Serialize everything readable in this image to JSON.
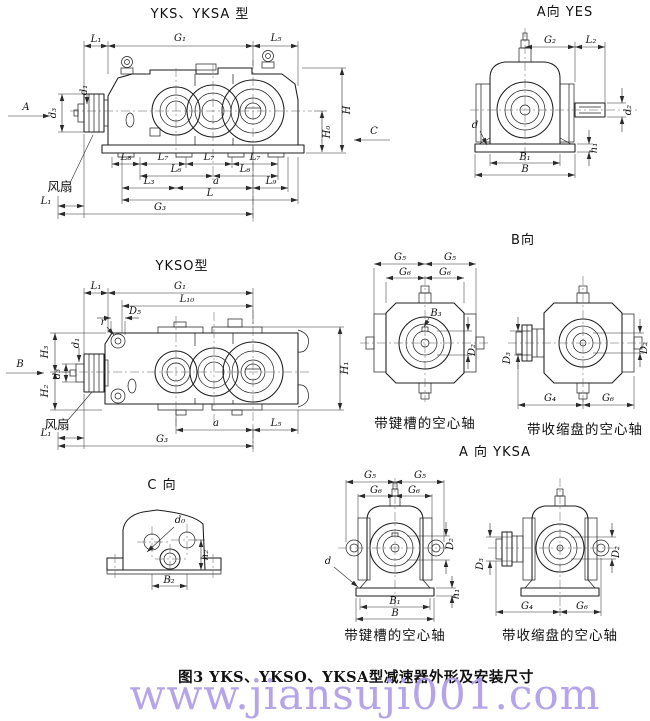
{
  "page": {
    "figure_caption": "图3 YKS、YKSO、YKSA型减速器外形及安装尺寸",
    "watermark": "www.jiansuji001.com"
  },
  "colors": {
    "line": "#1c1c1c",
    "centerline": "#5a5a5a",
    "watermark": "#b2a0e8",
    "background": "#ffffff"
  },
  "views": {
    "yks_side": {
      "title": "YKS、YKSA 型",
      "arrows": {
        "A": "A",
        "C": "C"
      },
      "callouts": {
        "fan": "风扇"
      },
      "dims": {
        "L1": "L₁",
        "G1": "G₁",
        "L5": "L₅",
        "d3": "d₃",
        "d1": "d₁",
        "H": "H",
        "H0": "H₀",
        "L8": "L₈",
        "L7": "L₇",
        "L6": "L₆",
        "L3": "L₃",
        "a": "a",
        "L9": "L₉",
        "L": "L",
        "G3": "G₃"
      }
    },
    "a_yes": {
      "title": "A向 YES",
      "dims": {
        "G2": "G₂",
        "L2": "L₂",
        "d2": "d₂",
        "h1": "h₁",
        "B1": "B₁",
        "B": "B",
        "d": "d"
      }
    },
    "ykso_side": {
      "title": "YKSO型",
      "arrows": {
        "B": "B"
      },
      "callouts": {
        "fan": "风扇"
      },
      "dims": {
        "L1": "L₁",
        "G1": "G₁",
        "L10": "L₁₀",
        "D5": "D₅",
        "r": "r",
        "H3": "H₃",
        "H2": "H₂",
        "d1": "d₁",
        "d3": "d₃",
        "H1": "H₁",
        "a": "a",
        "L5": "L₅",
        "G3": "G₃"
      }
    },
    "b_view": {
      "title": "B向",
      "keyway": {
        "caption": "带键槽的空心轴",
        "dims": {
          "G5": "G₅",
          "G6": "G₆",
          "B3": "B₃",
          "D2": "D₂"
        }
      },
      "shrink": {
        "caption": "带收缩盘的空心轴",
        "dims": {
          "D3": "D₃",
          "D2": "D₂",
          "G4": "G₄",
          "G6": "G₆"
        }
      }
    },
    "c_view": {
      "title": "C 向",
      "dims": {
        "d0": "d₀",
        "h2": "h₂",
        "B2": "B₂"
      }
    },
    "a_yksa": {
      "title": "A 向 YKSA",
      "keyway": {
        "caption": "带键槽的空心轴",
        "dims": {
          "G5": "G₅",
          "G6": "G₆",
          "d": "d",
          "D2": "D₂",
          "h1": "h₁",
          "B1": "B₁",
          "B": "B"
        }
      },
      "shrink": {
        "caption": "带收缩盘的空心轴",
        "dims": {
          "D3": "D₃",
          "D2": "D₂",
          "G4": "G₄",
          "G6": "G₆"
        }
      }
    }
  }
}
